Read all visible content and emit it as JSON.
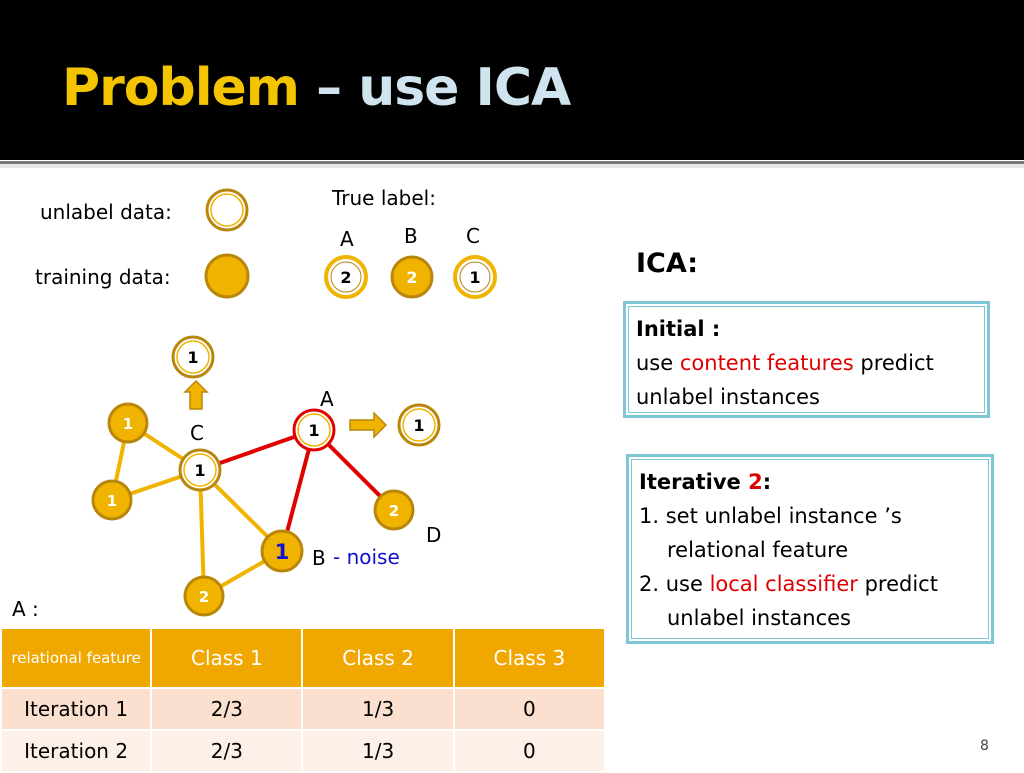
{
  "title": {
    "main": "Problem",
    "rest": "– use ICA"
  },
  "legend": {
    "unlabel": "unlabel data:",
    "training": "training data:"
  },
  "true_label": {
    "heading": "True label:",
    "items": [
      {
        "name": "A",
        "value": "2"
      },
      {
        "name": "B",
        "value": "2"
      },
      {
        "name": "C",
        "value": "1"
      }
    ]
  },
  "graph": {
    "label_a": "A",
    "label_c": "C",
    "label_d": "D",
    "label_b": "B",
    "noise_text": "-  noise",
    "a_colon": "A :",
    "nodes": {
      "top": "1",
      "left_top": "1",
      "c": "1",
      "left_bottom": "1",
      "a": "1",
      "a_result": "1",
      "d": "2",
      "b": "1",
      "bottom": "2"
    }
  },
  "ica": {
    "heading": "ICA:",
    "initial": {
      "title": "Initial :",
      "pre": "use ",
      "highlight": "content features",
      "post": " predict unlabel instances"
    },
    "iterative": {
      "title": "Iterative ",
      "number": "2",
      "colon": ":",
      "step1": "1. set unlabel instance ’s",
      "step1b": "relational feature",
      "step2_pre": "2. use ",
      "step2_highlight": "local classifier",
      "step2_post": " predict",
      "step2b": "unlabel instances"
    }
  },
  "table": {
    "headers": [
      "relational feature",
      "Class 1",
      "Class 2",
      "Class 3"
    ],
    "rows": [
      [
        "Iteration 1",
        "2/3",
        "1/3",
        "0"
      ],
      [
        "Iteration 2",
        "2/3",
        "1/3",
        "0"
      ]
    ]
  },
  "page_number": "8",
  "colors": {
    "gold": "#f0b400",
    "dark_gold": "#b8860b",
    "red": "#e00000",
    "blue": "#1010d0",
    "cyan_border": "#7ec7d6"
  }
}
